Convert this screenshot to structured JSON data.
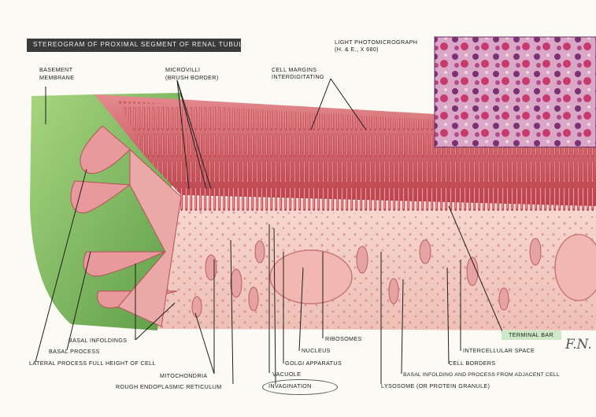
{
  "title": "STEREOGRAM OF PROXIMAL SEGMENT OF RENAL TUBULE",
  "photomicrograph_caption": [
    "LIGHT PHOTOMICROGRAPH",
    "(H. & E., X 680)"
  ],
  "labels": {
    "basement_membrane": [
      "BASEMENT",
      "MEMBRANE"
    ],
    "microvilli": [
      "MICROVILLI",
      "(BRUSH BORDER)"
    ],
    "cell_margins": [
      "CELL MARGINS",
      "INTERDIGITATING"
    ],
    "basal_infoldings": "BASAL INFOLDINGS",
    "basal_process": "BASAL PROCESS",
    "lateral_process": "LATERAL PROCESS FULL HEIGHT OF CELL",
    "mitochondria": "MITOCHONDRIA",
    "rough_er": "ROUGH ENDOPLASMIC RETICULUM",
    "vacuole": "VACUOLE",
    "invagination": "INVAGINATION",
    "golgi": "GOLGI APPARATUS",
    "nucleus": "NUCLEUS",
    "ribosomes": "RIBOSOMES",
    "lysosome": "LYSOSOME (OR PROTEIN GRANULE)",
    "basal_infolding_adjacent": "BASAL INFOLDING AND PROCESS FROM ADJACENT CELL",
    "cell_borders": "CELL BORDERS",
    "intercellular_space": "INTERCELLULAR SPACE",
    "terminal_bar": "TERMINAL BAR"
  },
  "signature": "F.N.",
  "colors": {
    "green_membrane": "#8fc46a",
    "pink_cell": "#f2c8c0",
    "microvilli_red": "#c9545c",
    "histology_purple": "#a14a86"
  }
}
